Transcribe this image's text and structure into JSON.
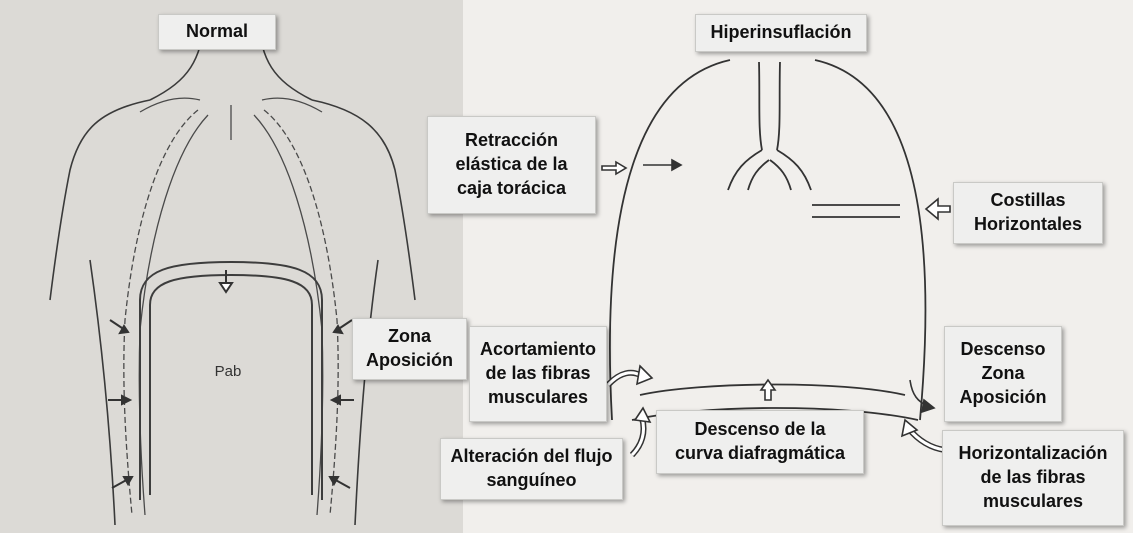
{
  "left_panel": {
    "title": "Normal",
    "zona_label": "Zona\nAposición",
    "pab_label": "Pab"
  },
  "right_panel": {
    "title": "Hiperinsuflación",
    "labels": {
      "retraccion": "Retracción\nelástica de la\ncaja torácica",
      "costillas": "Costillas\nHorizontales",
      "acortamiento": "Acortamiento\nde las fibras\nmusculares",
      "descenso_zona": "Descenso\nZona\nAposición",
      "alteracion": "Alteración del flujo\nsanguíneo",
      "descenso_curva": "Descenso de la\ncurva diafragmática",
      "horizontalizacion": "Horizontalización\nde las fibras\nmusculares"
    }
  },
  "colors": {
    "left_bg": "#dcdad6",
    "right_bg": "#f1efec",
    "box_bg": "#efefee",
    "line": "#3a3a3a"
  }
}
